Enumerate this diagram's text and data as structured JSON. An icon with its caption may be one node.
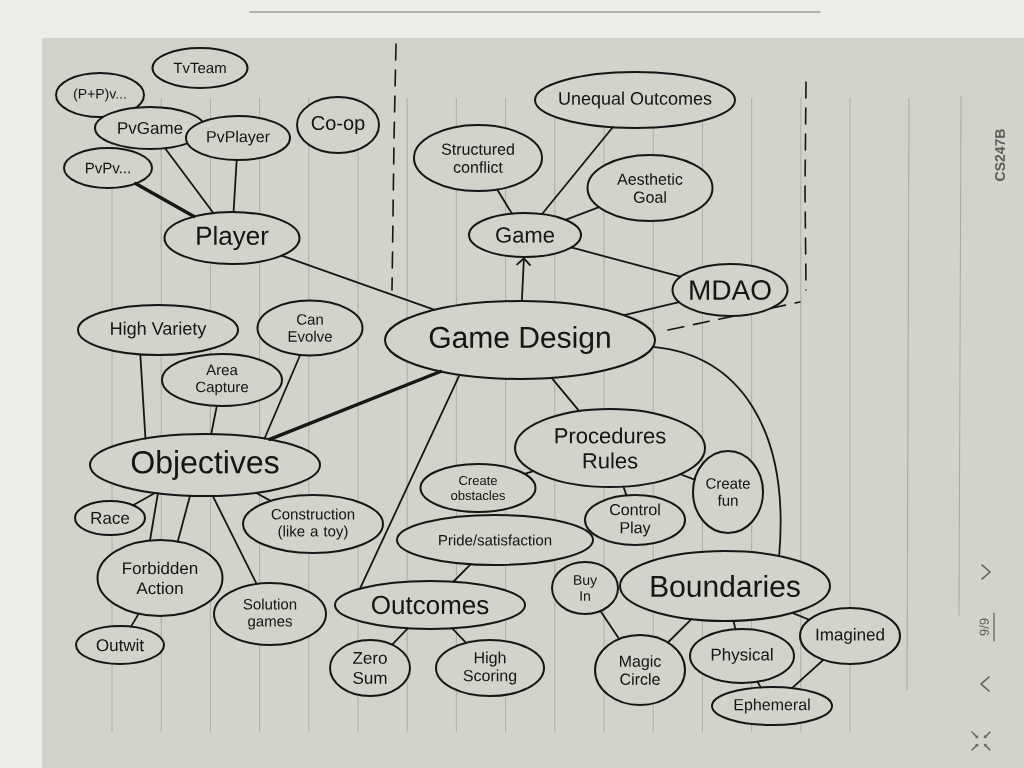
{
  "diagram": {
    "nodes": [
      {
        "text": [
          "(P+P)v..."
        ]
      },
      {
        "text": [
          "TvTeam"
        ]
      },
      {
        "text": [
          "PvGame"
        ]
      },
      {
        "text": [
          "PvPlayer"
        ]
      },
      {
        "text": [
          "PvPv..."
        ]
      },
      {
        "text": [
          "Player"
        ]
      },
      {
        "text": [
          "Co-op"
        ]
      },
      {
        "text": [
          "Unequal Outcomes"
        ]
      },
      {
        "text": [
          "Structured conflict"
        ]
      },
      {
        "text": [
          "Aesthetic Goal"
        ]
      },
      {
        "text": [
          "Game"
        ]
      },
      {
        "text": [
          "MDAO"
        ]
      },
      {
        "text": [
          "Game Design"
        ]
      },
      {
        "text": [
          "High Variety"
        ]
      },
      {
        "text": [
          "Can Evolve"
        ]
      },
      {
        "text": [
          "Area Capture"
        ]
      },
      {
        "text": [
          "Objectives"
        ]
      },
      {
        "text": [
          "Procedures Rules"
        ]
      },
      {
        "text": [
          "Create obstacles"
        ]
      },
      {
        "text": [
          "Race"
        ]
      },
      {
        "text": [
          "Construction (like a toy)"
        ]
      },
      {
        "text": [
          "Control Play"
        ]
      },
      {
        "text": [
          "Create fun"
        ]
      },
      {
        "text": [
          "Pride/satisfaction"
        ]
      },
      {
        "text": [
          "Forbidden Action"
        ]
      },
      {
        "text": [
          "Solution games"
        ]
      },
      {
        "text": [
          "Buy In"
        ]
      },
      {
        "text": [
          "Boundaries"
        ]
      },
      {
        "text": [
          "Outcomes"
        ]
      },
      {
        "text": [
          "Outwit"
        ]
      },
      {
        "text": [
          "Physical"
        ]
      },
      {
        "text": [
          "Imagined"
        ]
      },
      {
        "text": [
          "Magic Circle"
        ]
      },
      {
        "text": [
          "Zero Sum"
        ]
      },
      {
        "text": [
          "High Scoring"
        ]
      },
      {
        "text": [
          "Ephemeral"
        ]
      }
    ],
    "edges": [
      {
        "from": 5,
        "to": 4,
        "arrow": "none",
        "style": "thick"
      },
      {
        "from": 5,
        "to": 2,
        "arrow": "none"
      },
      {
        "from": 5,
        "to": 3,
        "arrow": "none"
      },
      {
        "from": 12,
        "to": 5,
        "arrow": "none"
      },
      {
        "from": 12,
        "to": 10,
        "arrow": "to"
      },
      {
        "from": 10,
        "to": 8,
        "arrow": "none"
      },
      {
        "from": 10,
        "to": 7,
        "arrow": "none"
      },
      {
        "from": 10,
        "to": 9,
        "arrow": "none"
      },
      {
        "from": 10,
        "to": 11,
        "arrow": "none"
      },
      {
        "from": 12,
        "to": 11,
        "arrow": "none"
      },
      {
        "from": 12,
        "to": 16,
        "arrow": "none",
        "style": "thick"
      },
      {
        "from": 12,
        "to": 17,
        "arrow": "none"
      },
      {
        "from": 12,
        "to": 28,
        "arrow": "none"
      },
      {
        "from": 12,
        "to": 27,
        "arrow": "none"
      },
      {
        "from": 16,
        "to": 13,
        "arrow": "none"
      },
      {
        "from": 16,
        "to": 15,
        "arrow": "none"
      },
      {
        "from": 16,
        "to": 14,
        "arrow": "none"
      },
      {
        "from": 16,
        "to": 19,
        "arrow": "none"
      },
      {
        "from": 16,
        "to": 24,
        "arrow": "none"
      },
      {
        "from": 16,
        "to": 24,
        "arrow": "none"
      },
      {
        "from": 16,
        "to": 25,
        "arrow": "none"
      },
      {
        "from": 16,
        "to": 20,
        "arrow": "none"
      },
      {
        "from": 24,
        "to": 29,
        "arrow": "none"
      },
      {
        "from": 17,
        "to": 18,
        "arrow": "none"
      },
      {
        "from": 17,
        "to": 21,
        "arrow": "none"
      },
      {
        "from": 17,
        "to": 22,
        "arrow": "none"
      },
      {
        "from": 28,
        "to": 23,
        "arrow": "none"
      },
      {
        "from": 28,
        "to": 33,
        "arrow": "none"
      },
      {
        "from": 28,
        "to": 34,
        "arrow": "none"
      },
      {
        "from": 32,
        "to": 26,
        "arrow": "none"
      },
      {
        "from": 27,
        "to": 32,
        "arrow": "none"
      },
      {
        "from": 27,
        "to": 30,
        "arrow": "none"
      },
      {
        "from": 27,
        "to": 31,
        "arrow": "none"
      },
      {
        "from": 30,
        "to": 35,
        "arrow": "none"
      },
      {
        "from": 31,
        "to": 35,
        "arrow": "none"
      }
    ],
    "labels": [
      "CS247B",
      "9/9"
    ]
  }
}
